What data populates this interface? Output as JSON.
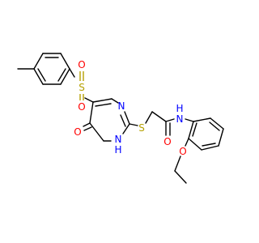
{
  "molecule": {
    "atom_labels": {
      "sulfonyl_s": "S",
      "sulfonyl_o_upper": "O",
      "sulfonyl_o_lower": "O",
      "ring_n_upper": "N",
      "ring_nh": "N",
      "ring_nh_h": "H",
      "keto_o": "O",
      "thioether_s": "S",
      "amide_o": "O",
      "amide_n": "N",
      "amide_h": "H",
      "ether_o": "O"
    },
    "colors": {
      "bond": "#000000",
      "sulfur": "#b5a000",
      "oxygen": "#ff0000",
      "nitrogen": "#0000ff"
    }
  }
}
